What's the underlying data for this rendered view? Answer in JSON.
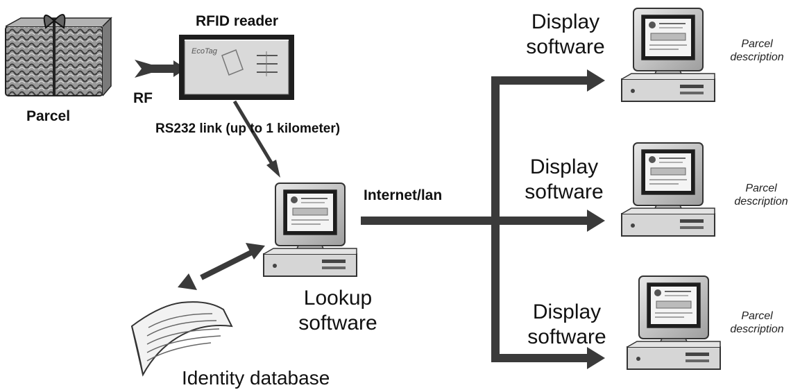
{
  "diagram": {
    "labels": {
      "parcel": "Parcel",
      "rfid_reader": "RFID reader",
      "rf": "RF",
      "rs232_link": "RS232 link (up to 1 kilometer)",
      "internet_lan": "Internet/lan",
      "lookup_software_line1": "Lookup",
      "lookup_software_line2": "software",
      "identity_database": "Identity database"
    },
    "display_nodes": [
      {
        "title_line1": "Display",
        "title_line2": "software",
        "desc_line1": "Parcel",
        "desc_line2": "description"
      },
      {
        "title_line1": "Display",
        "title_line2": "software",
        "desc_line1": "Parcel",
        "desc_line2": "description"
      },
      {
        "title_line1": "Display",
        "title_line2": "software",
        "desc_line1": "Parcel",
        "desc_line2": "description"
      }
    ],
    "reader_brand": "EcoTag",
    "colors": {
      "arrow": "#3a3a3a",
      "computer": "#cfcfcf",
      "screen": "#f4f4f4",
      "box_dark": "#1e1e1e"
    }
  }
}
